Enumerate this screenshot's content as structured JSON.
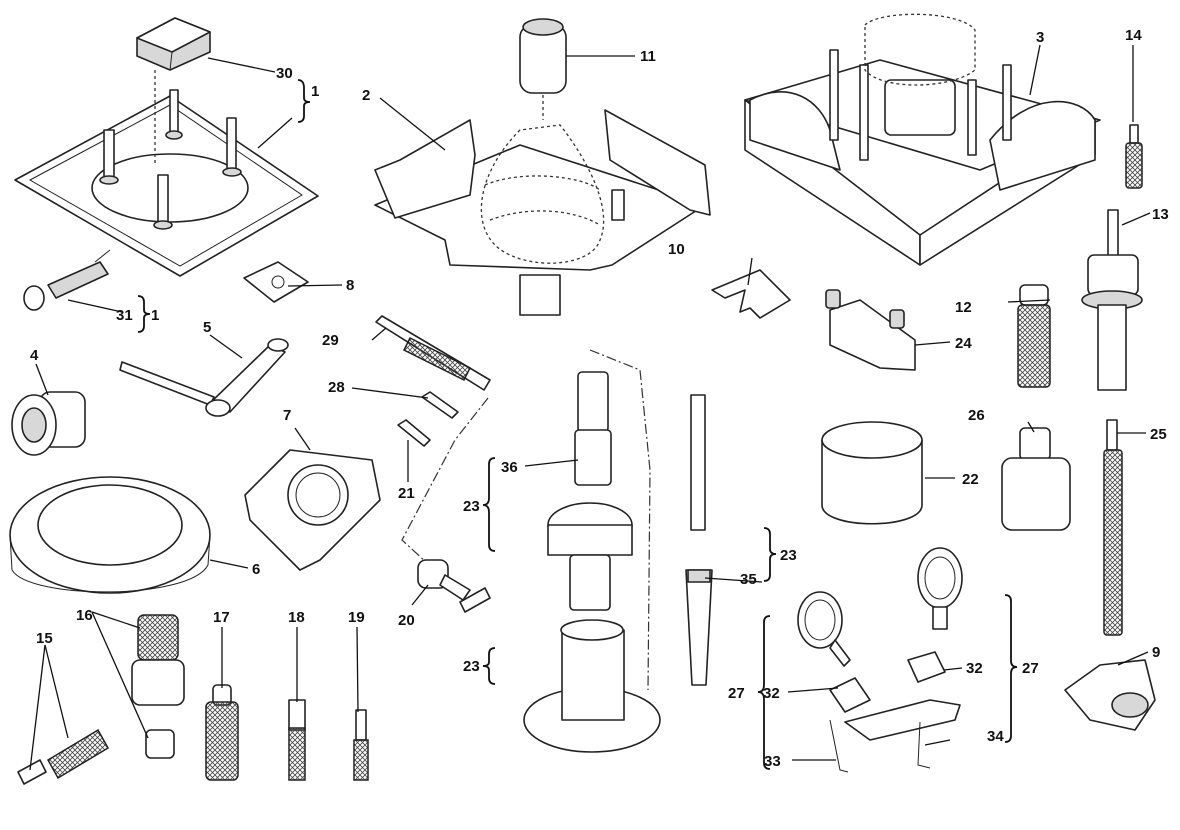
{
  "callouts": [
    {
      "id": "c1a",
      "text": "1"
    },
    {
      "id": "c1b",
      "text": "1"
    },
    {
      "id": "c2",
      "text": "2"
    },
    {
      "id": "c3",
      "text": "3"
    },
    {
      "id": "c4",
      "text": "4"
    },
    {
      "id": "c5",
      "text": "5"
    },
    {
      "id": "c6",
      "text": "6"
    },
    {
      "id": "c7",
      "text": "7"
    },
    {
      "id": "c8",
      "text": "8"
    },
    {
      "id": "c9",
      "text": "9"
    },
    {
      "id": "c10",
      "text": "10"
    },
    {
      "id": "c11",
      "text": "11"
    },
    {
      "id": "c12",
      "text": "12"
    },
    {
      "id": "c13",
      "text": "13"
    },
    {
      "id": "c14",
      "text": "14"
    },
    {
      "id": "c15",
      "text": "15"
    },
    {
      "id": "c16",
      "text": "16"
    },
    {
      "id": "c17",
      "text": "17"
    },
    {
      "id": "c18",
      "text": "18"
    },
    {
      "id": "c19",
      "text": "19"
    },
    {
      "id": "c20",
      "text": "20"
    },
    {
      "id": "c21",
      "text": "21"
    },
    {
      "id": "c22",
      "text": "22"
    },
    {
      "id": "c23a",
      "text": "23"
    },
    {
      "id": "c23b",
      "text": "23"
    },
    {
      "id": "c23c",
      "text": "23"
    },
    {
      "id": "c24",
      "text": "24"
    },
    {
      "id": "c25",
      "text": "25"
    },
    {
      "id": "c26",
      "text": "26"
    },
    {
      "id": "c27a",
      "text": "27"
    },
    {
      "id": "c27b",
      "text": "27"
    },
    {
      "id": "c28",
      "text": "28"
    },
    {
      "id": "c29",
      "text": "29"
    },
    {
      "id": "c30",
      "text": "30"
    },
    {
      "id": "c31",
      "text": "31"
    },
    {
      "id": "c32a",
      "text": "32"
    },
    {
      "id": "c32b",
      "text": "32"
    },
    {
      "id": "c33",
      "text": "33"
    },
    {
      "id": "c34",
      "text": "34"
    },
    {
      "id": "c35",
      "text": "35"
    },
    {
      "id": "c36",
      "text": "36"
    }
  ]
}
